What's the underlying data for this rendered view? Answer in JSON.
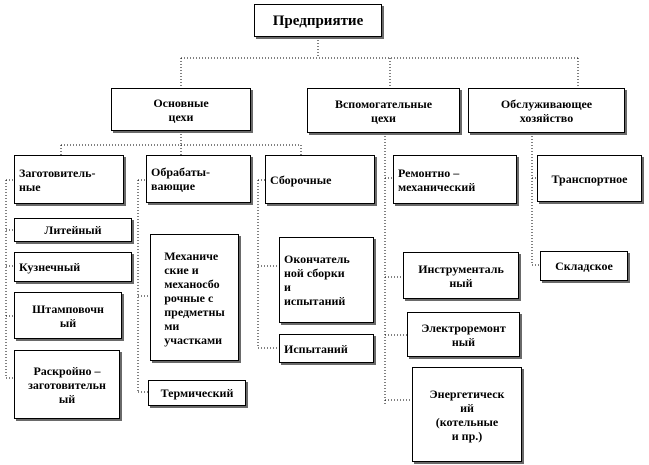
{
  "root": "Предприятие",
  "groups": {
    "main": "Основные\nцехи",
    "auxiliary": "Вспомогательные\nцехи",
    "service": "Обслуживающее\nхозяйство"
  },
  "main_shops": {
    "procurement": "Заготовитель-\nные",
    "processing": "Обрабаты-\nвающие",
    "assembly": "Сборочные"
  },
  "procurement_items": [
    "Литейный",
    "Кузнечный",
    "Штамповочн\nый",
    "Раскройно –\nзаготовительн\nый"
  ],
  "processing_items": [
    "Механиче\nские и\nмеханосбо\nрочные с\nпредметны\nми\nучастками",
    "Термический"
  ],
  "assembly_items": [
    "Окончатель\nной сборки\nи\nиспытаний",
    "Испытаний"
  ],
  "auxiliary_items": [
    "Ремонтно –\nмеханический",
    "Инструменталь\nный",
    "Электроремонт\nный",
    "Энергетическ\nий\n(котельные\nи пр.)"
  ],
  "service_items": [
    "Транспортное",
    "Складское"
  ]
}
